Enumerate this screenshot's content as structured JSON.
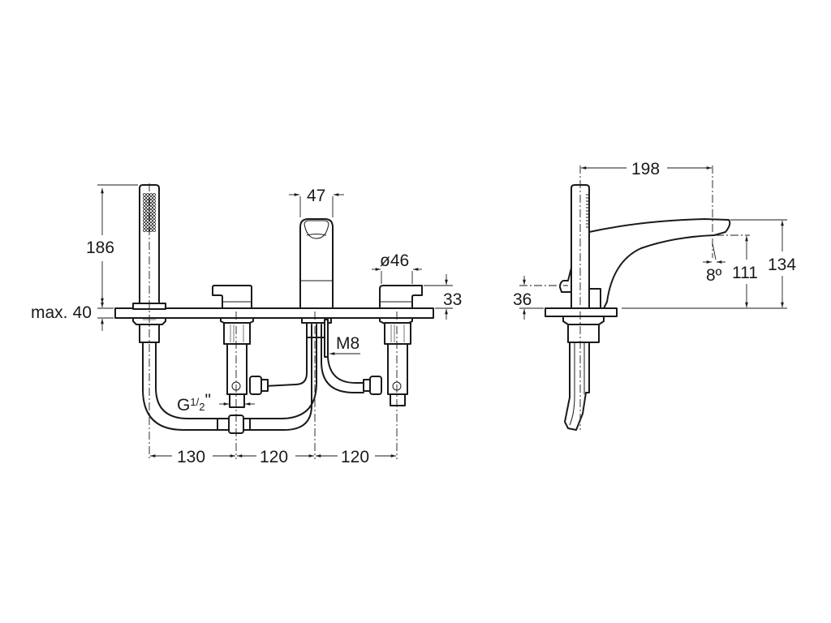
{
  "diagram": {
    "type": "technical-drawing",
    "description": "4-hole deck-mounted bath/shower mixer, front and side elevation with dimensions (mm)",
    "colors": {
      "line": "#1a1a1a",
      "background": "#ffffff"
    },
    "front_view": {
      "dimensions": {
        "handshower_height": "186",
        "deck_thickness_prefix": "max.",
        "deck_thickness": "40",
        "spout_width": "47",
        "handle_diameter": "ø46",
        "handle_height": "33",
        "thread_stud": "M8",
        "inlet_thread": "G",
        "inlet_thread_num": "1",
        "inlet_thread_den": "2",
        "inlet_thread_unit": "\"",
        "spacing": [
          "130",
          "120",
          "120"
        ]
      }
    },
    "side_view": {
      "dimensions": {
        "spout_reach": "198",
        "spout_angle": "8º",
        "outlet_height": "111",
        "total_height": "134",
        "diverter_height": "36"
      }
    }
  }
}
